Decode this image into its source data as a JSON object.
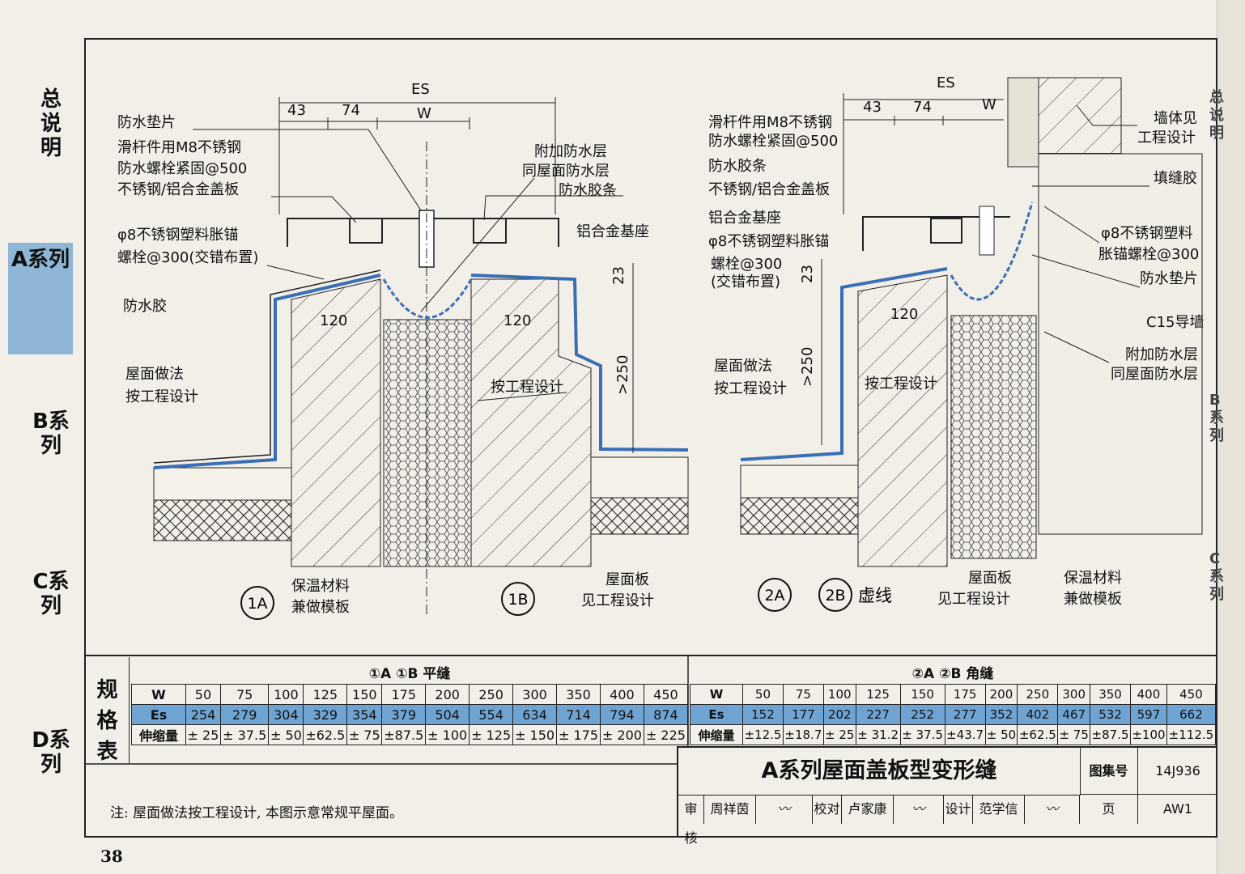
{
  "sidebar": {
    "items": [
      {
        "label": "总说明"
      },
      {
        "label": "A系列"
      },
      {
        "label": "B系列"
      },
      {
        "label": "C系列"
      },
      {
        "label": "D系列"
      }
    ],
    "right_items": [
      {
        "label": "总说明"
      },
      {
        "label": "B系列"
      },
      {
        "label": "C系列"
      }
    ]
  },
  "drawing1": {
    "dim_ES": "ES",
    "dim_43": "43",
    "dim_74": "74",
    "dim_W": "W",
    "dim_120a": "120",
    "dim_120b": "120",
    "dim_23": "23",
    "dim_250": ">250",
    "labels": {
      "gasket": "防水垫片",
      "slide1": "滑杆件用M8不锈钢",
      "slide2": "防水螺栓紧固@500",
      "cover": "不锈钢/铝合金盖板",
      "anchor1": "φ8不锈钢塑料胀锚",
      "anchor2": "螺栓@300(交错布置)",
      "sealant": "防水胶",
      "roof1": "屋面做法",
      "roof2": "按工程设计",
      "extra1": "附加防水层",
      "extra2": "同屋面防水层",
      "strip": "防水胶条",
      "base": "铝合金基座",
      "design": "按工程设计",
      "insul1": "保温材料",
      "insul2": "兼做模板",
      "slab1": "屋面板",
      "slab2": "见工程设计"
    },
    "tag_a": "1A",
    "tag_b": "1B"
  },
  "drawing2": {
    "dim_ES": "ES",
    "dim_43": "43",
    "dim_74": "74",
    "dim_W": "W",
    "dim_120": "120",
    "dim_23": "23",
    "dim_250": ">250",
    "labels": {
      "slide1": "滑杆件用M8不锈钢",
      "slide2": "防水螺栓紧固@500",
      "strip": "防水胶条",
      "cover": "不锈钢/铝合金盖板",
      "base": "铝合金基座",
      "anchor1": "φ8不锈钢塑料胀锚",
      "anchor2": "螺栓@300",
      "anchor3": "(交错布置)",
      "roof1": "屋面做法",
      "roof2": "按工程设计",
      "design": "按工程设计",
      "wall1": "墙体见",
      "wall2": "工程设计",
      "filler": "填缝胶",
      "ranchor1": "φ8不锈钢塑料",
      "ranchor2": "胀锚螺栓@300",
      "gasket": "防水垫片",
      "c15": "C15导墙",
      "extra1": "附加防水层",
      "extra2": "同屋面防水层",
      "slab1": "屋面板",
      "slab2": "见工程设计",
      "insul1": "保温材料",
      "insul2": "兼做模板",
      "dashed": "虚线"
    },
    "tag_a": "2A",
    "tag_b": "2B"
  },
  "spec_table": {
    "side_label": [
      "规",
      "格",
      "表"
    ],
    "left_title": "①A ①B 平缝",
    "right_title": "②A ②B 角缝",
    "row_W": "W",
    "row_Es": "Es",
    "row_exp": "伸缩量",
    "left": {
      "W": [
        "50",
        "75",
        "100",
        "125",
        "150",
        "175",
        "200",
        "250",
        "300",
        "350",
        "400",
        "450"
      ],
      "Es": [
        "254",
        "279",
        "304",
        "329",
        "354",
        "379",
        "504",
        "554",
        "634",
        "714",
        "794",
        "874"
      ],
      "exp": [
        "± 25",
        "± 37.5",
        "± 50",
        "±62.5",
        "± 75",
        "±87.5",
        "± 100",
        "± 125",
        "± 150",
        "± 175",
        "± 200",
        "± 225"
      ]
    },
    "right": {
      "W": [
        "50",
        "75",
        "100",
        "125",
        "150",
        "175",
        "200",
        "250",
        "300",
        "350",
        "400",
        "450"
      ],
      "Es": [
        "152",
        "177",
        "202",
        "227",
        "252",
        "277",
        "352",
        "402",
        "467",
        "532",
        "597",
        "662"
      ],
      "exp": [
        "±12.5",
        "±18.7",
        "± 25",
        "± 31.2",
        "± 37.5",
        "±43.7",
        "± 50",
        "±62.5",
        "± 75",
        "±87.5",
        "±100",
        "±112.5"
      ]
    }
  },
  "title_block": {
    "title": "A系列屋面盖板型变形缝",
    "atlas_label": "图集号",
    "atlas_no": "14J936",
    "review_label": "审核",
    "review_name": "周祥茵",
    "check_label": "校对",
    "check_name": "卢家康",
    "design_label": "设计",
    "design_name": "范学信",
    "page_label": "页",
    "page_no": "AW1"
  },
  "note": "注: 屋面做法按工程设计, 本图示意常规平屋面。",
  "page_number": "38",
  "colors": {
    "accent_blue": "#6fa3d2",
    "side_blue": "#8fb6d6",
    "membrane": "#3a6fb5"
  }
}
